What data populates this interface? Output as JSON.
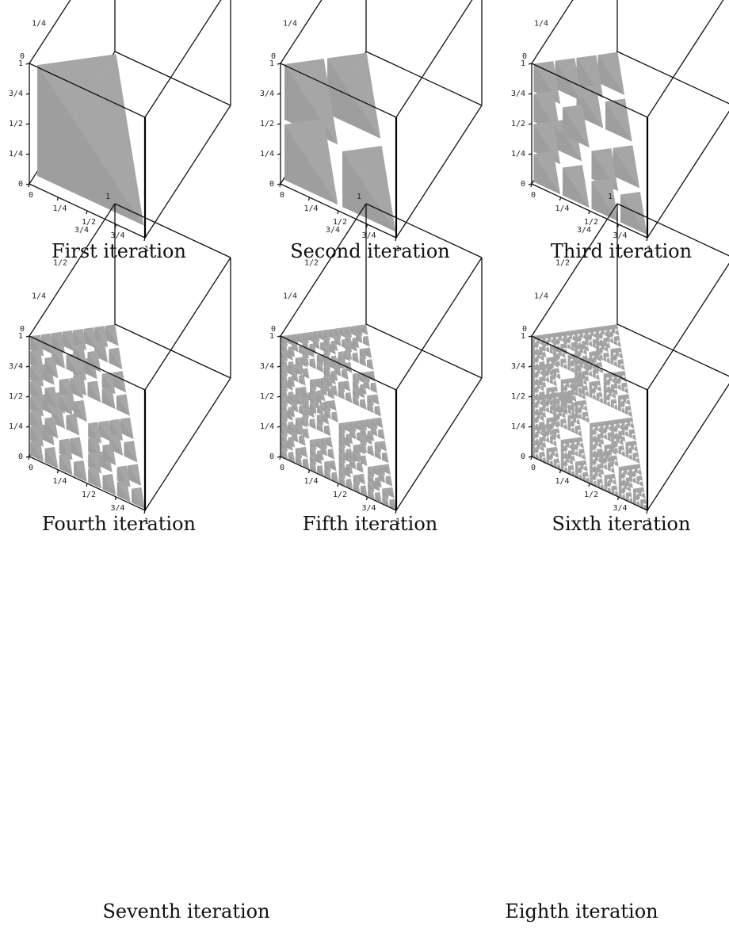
{
  "figure": {
    "ticks": {
      "axis_top": [
        "0",
        "1/4",
        "1/2",
        "3/4",
        "1"
      ],
      "axis_left": [
        "0",
        "1/4",
        "1/2",
        "3/4",
        "1"
      ],
      "axis_bottom": [
        "0",
        "1/4",
        "1/2",
        "3/4",
        "1"
      ]
    },
    "colors": {
      "tetra_light": "#b4b4b4",
      "tetra_dark": "#9a9a9a",
      "edge": "#111111"
    },
    "panels": [
      {
        "caption": "First iteration",
        "iteration": 1
      },
      {
        "caption": "Second iteration",
        "iteration": 2
      },
      {
        "caption": "Third iteration",
        "iteration": 3
      },
      {
        "caption": "Fourth iteration",
        "iteration": 4
      },
      {
        "caption": "Fifth iteration",
        "iteration": 5
      },
      {
        "caption": "Sixth iteration",
        "iteration": 6
      }
    ],
    "empty_captions": [
      {
        "caption": "Seventh iteration"
      },
      {
        "caption": "Eighth iteration"
      }
    ]
  }
}
